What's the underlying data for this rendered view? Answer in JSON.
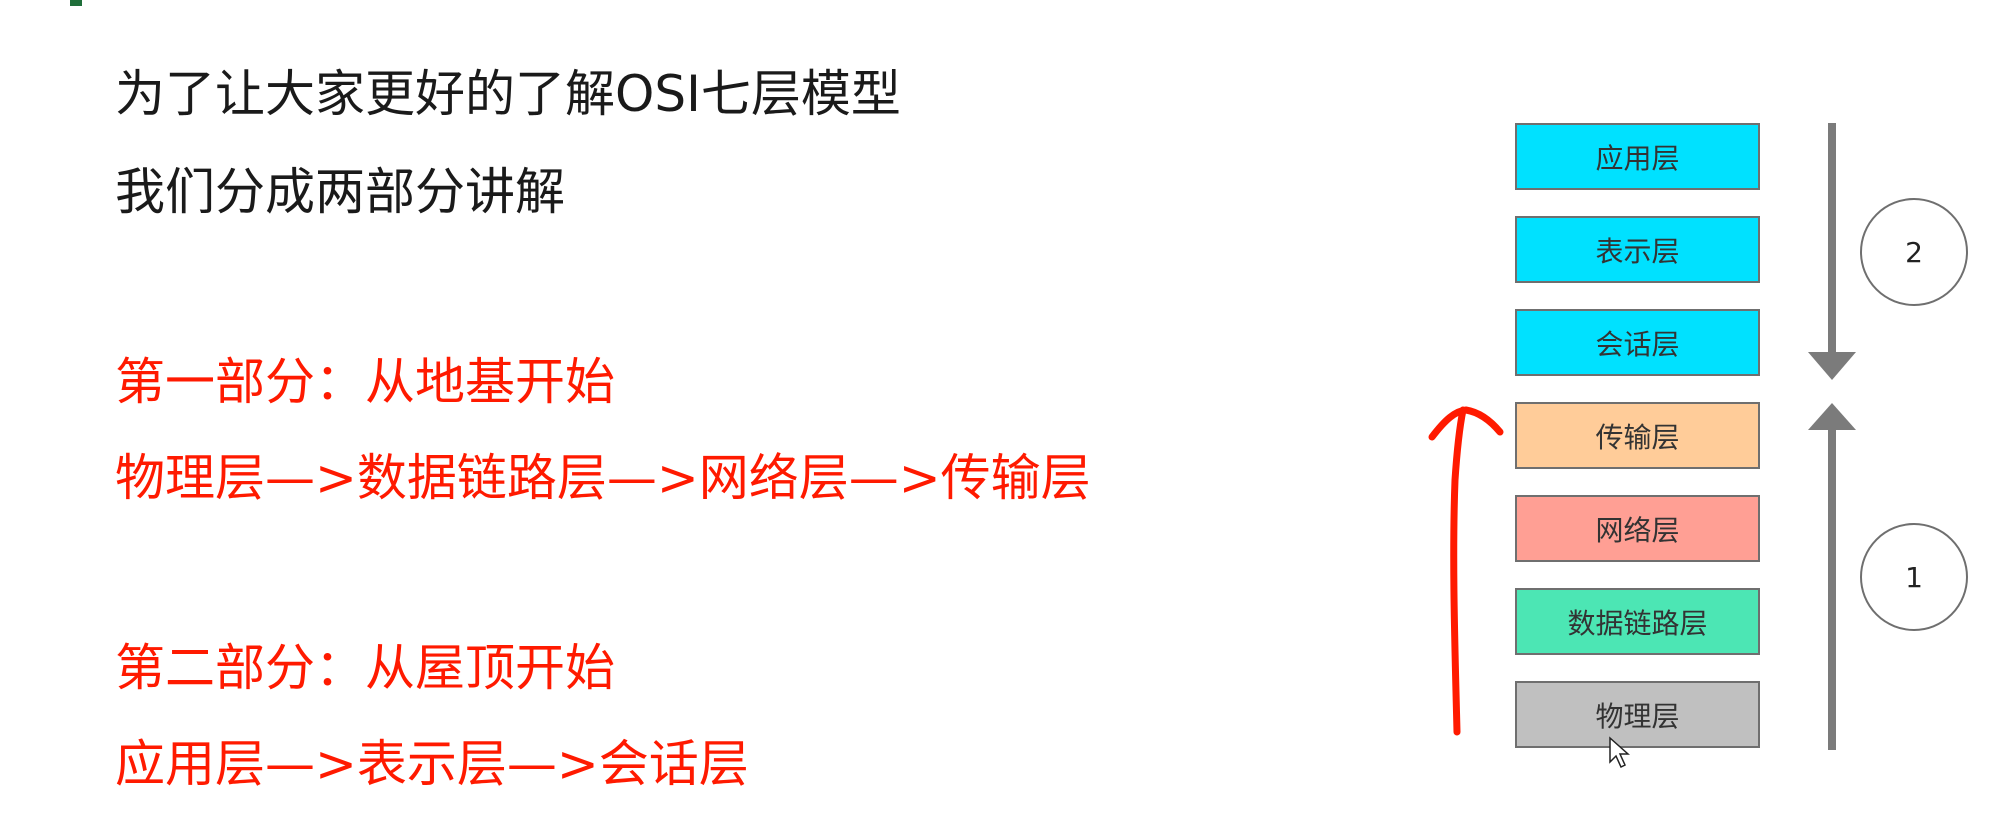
{
  "lines": {
    "title1": "为了让大家更好的了解OSI七层模型",
    "title2": "我们分成两部分讲解",
    "part1_heading": "第一部分：从地基开始",
    "part1_sequence": "物理层—>数据链路层—>网络层—>传输层",
    "part2_heading": "第二部分：从屋顶开始",
    "part2_sequence": "应用层—>表示层—>会话层"
  },
  "layers": [
    {
      "label": "应用层",
      "color": "#00e1ff"
    },
    {
      "label": "表示层",
      "color": "#00e1ff"
    },
    {
      "label": "会话层",
      "color": "#00e1ff"
    },
    {
      "label": "传输层",
      "color": "#ffcc99"
    },
    {
      "label": "网络层",
      "color": "#ff9f94"
    },
    {
      "label": "数据链路层",
      "color": "#4ce6b4"
    },
    {
      "label": "物理层",
      "color": "#c0c0c0"
    }
  ],
  "circles": {
    "top": "2",
    "bottom": "1"
  },
  "colors": {
    "text": "#1a1a1a",
    "accent_red": "#ff1a00",
    "arrow_gray": "#7b7b7b"
  }
}
